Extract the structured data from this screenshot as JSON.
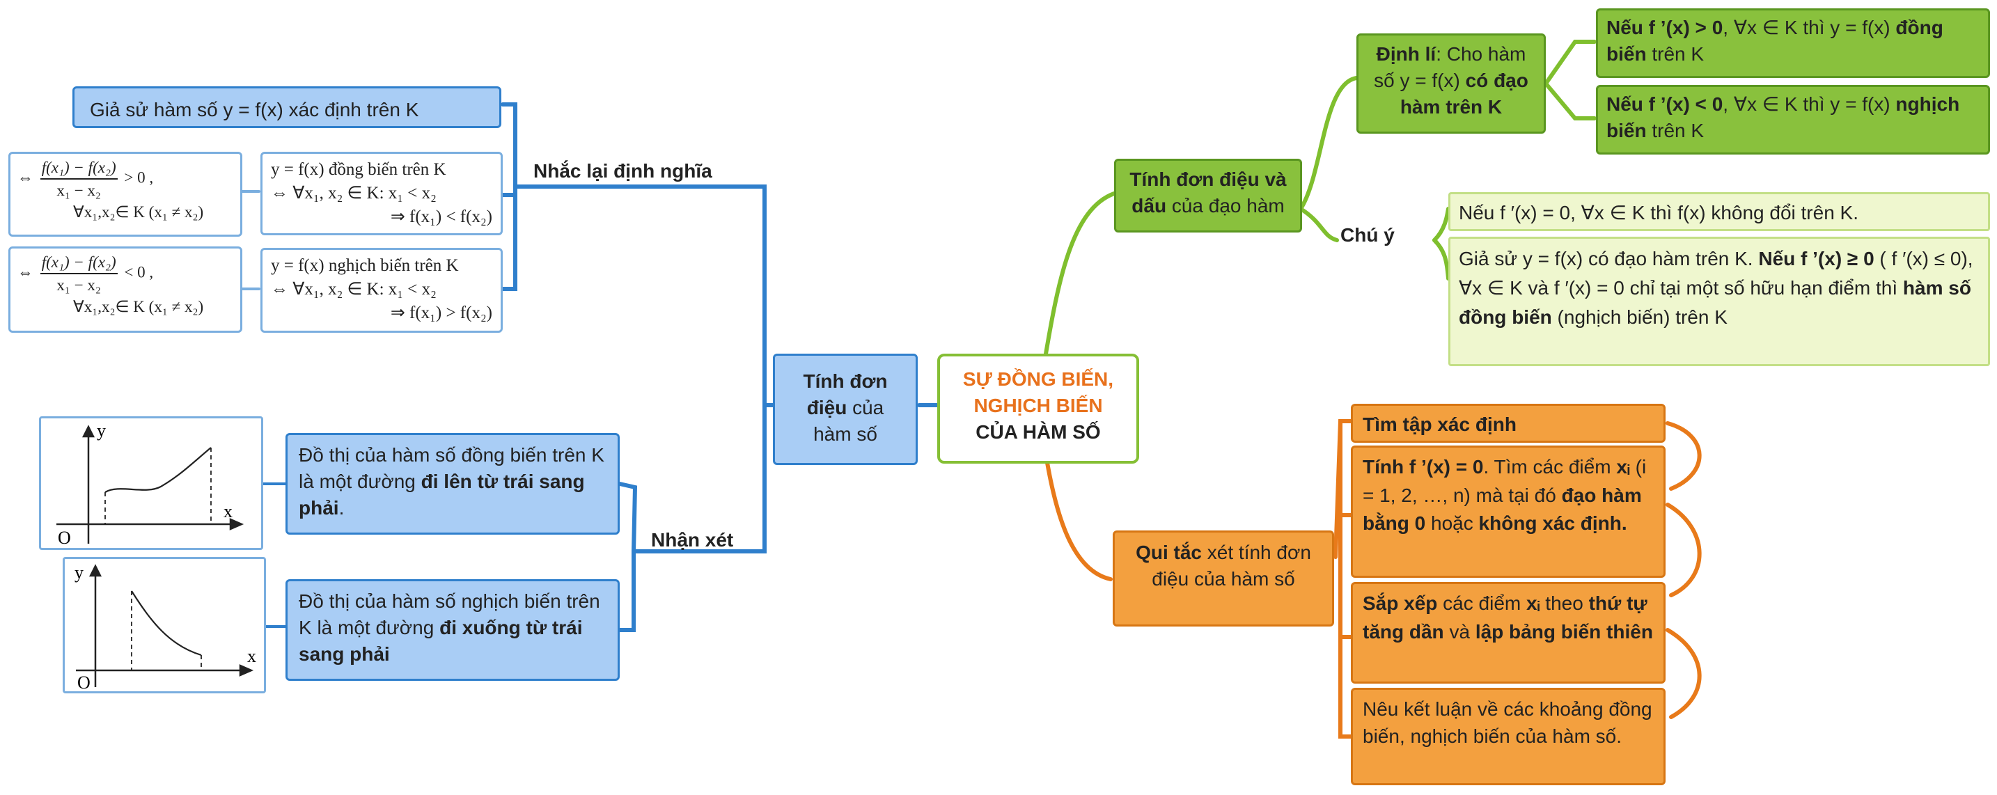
{
  "center": {
    "line1": "SỰ ĐỒNG BIẾN,",
    "line2": "NGHỊCH BIẾN",
    "line3": "CỦA HÀM SỐ"
  },
  "left_hub": {
    "b1": "Tính đơn",
    "b2": "điệu",
    "r2": " của",
    "r3": "hàm số"
  },
  "branch_labels": {
    "definition": "Nhắc lại định nghĩa",
    "remark": "Nhận xét",
    "note": "Chú ý"
  },
  "definition": {
    "assume": "Giả sử hàm số y = f(x) xác định trên K",
    "increasing": {
      "l1": "y = f(x) đồng biến trên K",
      "l2": "⇔ ∀x₁, x₂ ∈ K: x₁ < x₂",
      "l3": "⇒ f(x₁) < f(x₂)",
      "eq_num": "f(x₁) − f(x₂)",
      "eq_den": "x₁ − x₂",
      "eq_rel": "> 0 ,",
      "eq_cond": "∀x₁,x₂∈ K (x₁ ≠ x₂)"
    },
    "decreasing": {
      "l1": "y = f(x) nghịch biến trên K",
      "l2": "⇔ ∀x₁, x₂ ∈ K: x₁ < x₂",
      "l3": "⇒ f(x₁) > f(x₂)",
      "eq_num": "f(x₁) − f(x₂)",
      "eq_den": "x₁ − x₂",
      "eq_rel": "< 0 ,",
      "eq_cond": "∀x₁,x₂∈ K (x₁ ≠ x₂)"
    }
  },
  "remarks": {
    "up": {
      "r1": "Đồ thị của hàm số đồng biến trên K là một đường ",
      "b1": "đi lên từ trái sang phải",
      "r2": "."
    },
    "down": {
      "r1": "Đồ thị của hàm số nghịch biến trên K là một đường ",
      "b1": "đi xuống từ trái sang phải"
    },
    "graph_labels": {
      "x": "x",
      "y": "y",
      "o": "O"
    }
  },
  "derivative_sign": {
    "hub": {
      "b1": "Tính đơn điệu và dấu",
      "r1": " của đạo hàm"
    },
    "theorem": {
      "b1": "Định lí",
      "r1": ": Cho hàm số y = f(x) ",
      "b2": "có đạo hàm trên K"
    },
    "if_pos": {
      "b1": "Nếu f ’(x) > 0",
      "r1": ", ∀x ∈ K thì y = f(x) ",
      "b2": "đồng biến",
      "r2": " trên K"
    },
    "if_neg": {
      "b1": "Nếu f ’(x) < 0",
      "r1": ", ∀x ∈ K thì y = f(x) ",
      "b2": "nghịch biến",
      "r2": " trên K"
    },
    "note1": "Nếu f ′(x) = 0, ∀x ∈ K thì f(x) không đổi trên K.",
    "note2": {
      "r1": "Giả sử y = f(x) có đạo hàm trên K. ",
      "b1": "Nếu f ’(x) ≥ 0",
      "r2": " ( f ′(x) ≤ 0), ∀x ∈ K và f ′(x) = 0 chỉ tại một số hữu hạn điểm thì ",
      "b2": "hàm số đồng biến",
      "r3": " (nghịch biến) trên K"
    }
  },
  "rule": {
    "hub": {
      "b1": "Qui tắc",
      "r1": " xét tính đơn điệu của hàm số"
    },
    "s1": "Tìm tập xác định",
    "s2": {
      "b1": "Tính f ’(x) = 0",
      "r1": ". Tìm các điểm ",
      "b2": "xᵢ",
      "r2": " (i = 1, 2, …, n) mà tại đó ",
      "b3": "đạo hàm bằng 0",
      "r3": " hoặc ",
      "b4": "không xác định."
    },
    "s3": {
      "b1": "Sắp xếp",
      "r1": " các điểm ",
      "b2": "xᵢ",
      "r2": " theo ",
      "b3": "thứ tự tăng dần",
      "r3": " và ",
      "b4": "lập bảng biến thiên"
    },
    "s4": "Nêu kết luận về các khoảng đồng biến, nghịch biến của hàm số."
  },
  "colors": {
    "blue": "#2f7fcc",
    "green": "#7fbf2e",
    "orange": "#e87a1a",
    "center_text": "#e8711c"
  }
}
